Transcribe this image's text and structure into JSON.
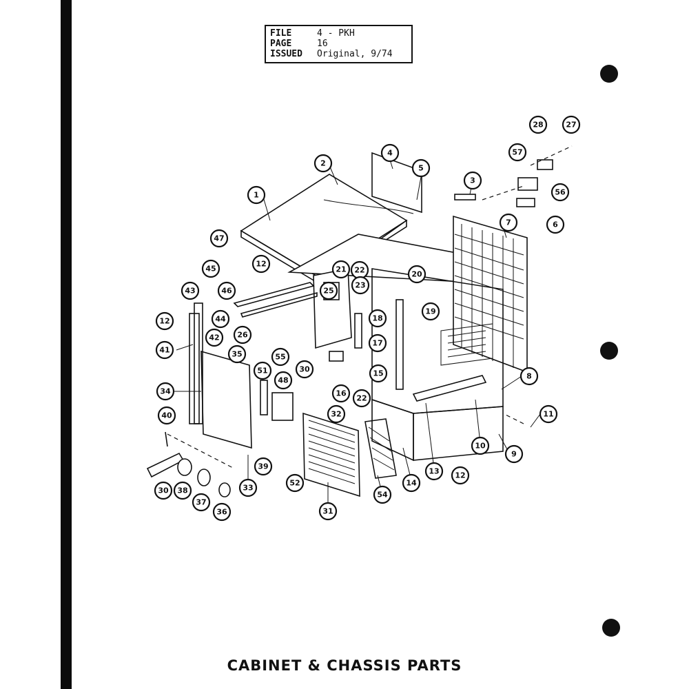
{
  "info": {
    "file_label": "FILE",
    "file_value": "4 - PKH",
    "page_label": "PAGE",
    "page_value": "16",
    "issued_label": "ISSUED",
    "issued_value": "Original, 9/74"
  },
  "caption": "CABINET & CHASSIS PARTS",
  "callouts": [
    "1",
    "2",
    "3",
    "4",
    "5",
    "6",
    "7",
    "8",
    "9",
    "10",
    "11",
    "12",
    "13",
    "14",
    "15",
    "16",
    "17",
    "18",
    "19",
    "20",
    "21",
    "22",
    "23",
    "25",
    "26",
    "27",
    "28",
    "30",
    "31",
    "32",
    "33",
    "34",
    "35",
    "36",
    "37",
    "38",
    "39",
    "40",
    "41",
    "42",
    "43",
    "44",
    "45",
    "46",
    "47",
    "48",
    "51",
    "52",
    "54",
    "55",
    "56",
    "57"
  ],
  "colors": {
    "ink": "#111111",
    "paper": "#ffffff",
    "spine": "#0b0b0b"
  }
}
